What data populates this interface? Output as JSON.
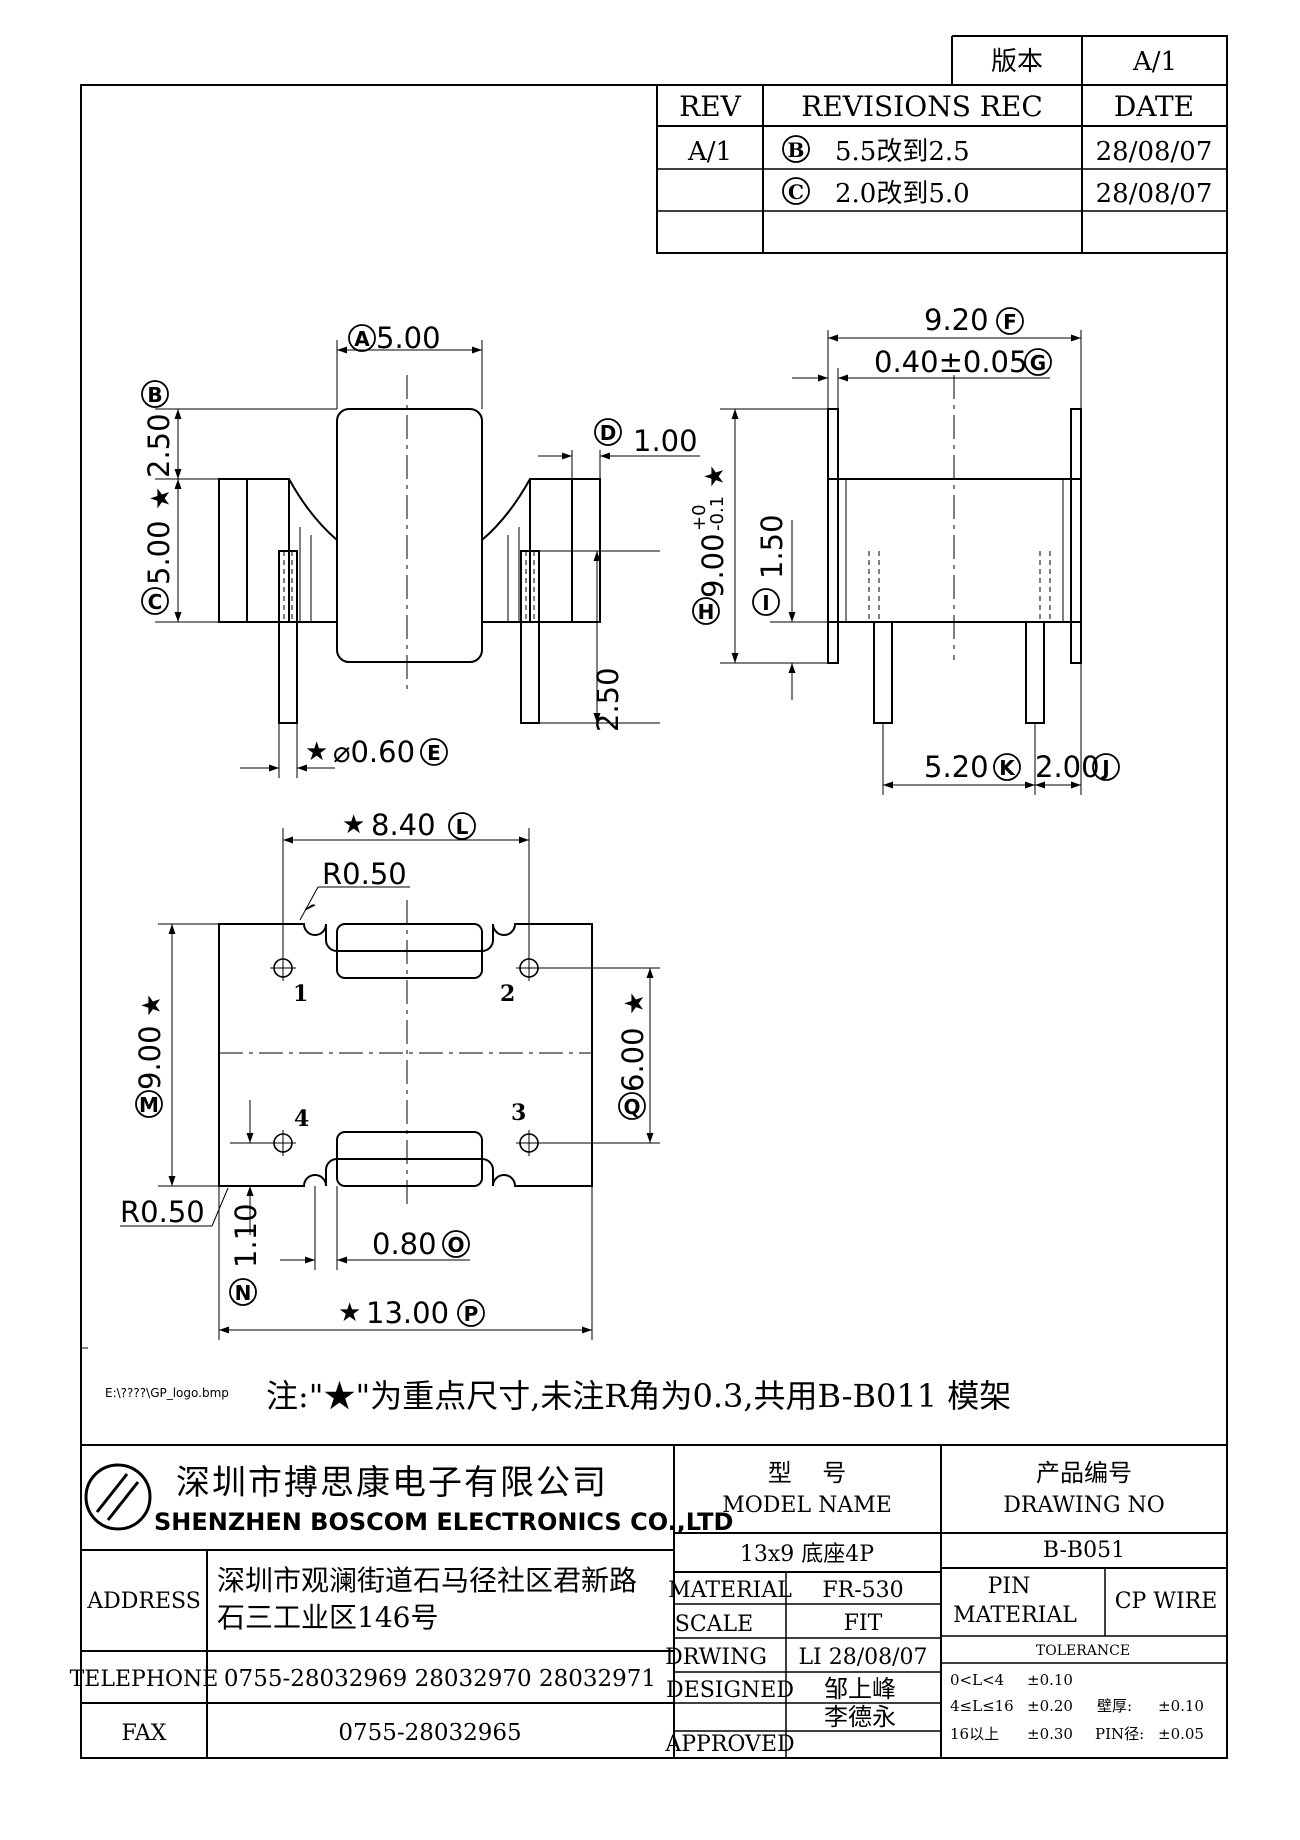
{
  "revision_block": {
    "version_label": "版本",
    "version_value": "A/1",
    "headers": [
      "REV",
      "REVISIONS REC",
      "DATE"
    ],
    "rows": [
      {
        "rev": "A/1",
        "mark": "B",
        "text": "5.5改到2.5",
        "date": "28/08/07"
      },
      {
        "rev": "",
        "mark": "C",
        "text": "2.0改到5.0",
        "date": "28/08/07"
      },
      {
        "rev": "",
        "mark": "",
        "text": "",
        "date": ""
      }
    ]
  },
  "side_view": {
    "A": "5.00",
    "A_mark": "A",
    "B": "2.50",
    "B_mark": "B",
    "C": "5.00",
    "C_mark": "C",
    "D": "1.00",
    "D_mark": "D",
    "pin_length": "2.50",
    "E": "0.60",
    "E_mark": "E"
  },
  "front_view": {
    "F": "9.20",
    "F_mark": "F",
    "G": "0.40±0.05",
    "G_mark": "G",
    "H": "9.00",
    "H_tol_upper": "+0",
    "H_tol_lower": "-0.1",
    "H_mark": "H",
    "I": "1.50",
    "I_mark": "I",
    "K": "5.20",
    "K_mark": "K",
    "J": "2.00",
    "J_mark": "J"
  },
  "bottom_view": {
    "L": "8.40",
    "L_mark": "L",
    "R_top": "R0.50",
    "R_bottom": "R0.50",
    "M": "9.00",
    "M_mark": "M",
    "Q": "6.00",
    "Q_mark": "Q",
    "N": "1.10",
    "N_mark": "N",
    "O": "0.80",
    "O_mark": "O",
    "P": "13.00",
    "P_mark": "P",
    "pin_labels": [
      "1",
      "2",
      "3",
      "4"
    ]
  },
  "notes": {
    "logo_file": "E:\\????\\GP_logo.bmp",
    "note": "注:\"★\"为重点尺寸,未注R角为0.3,共用B-B011 模架"
  },
  "title_block": {
    "company_cn": "深圳市搏思康电子有限公司",
    "company_en": "SHENZHEN BOSCOM ELECTRONICS CO.,LTD",
    "model_label_cn": "型    号",
    "model_label_en": "MODEL NAME",
    "drawing_label_cn": "产品编号",
    "drawing_label_en": "DRAWING NO",
    "model_name": "13x9 底座4P",
    "drawing_no": "B-B051",
    "address_label": "ADDRESS",
    "address_line1": "深圳市观澜街道石马径社区君新路",
    "address_line2": "石三工业区146号",
    "telephone_label": "TELEPHONE",
    "telephone": "0755-28032969 28032970 28032971",
    "fax_label": "FAX",
    "fax": "0755-28032965",
    "material_label": "MATERIAL",
    "material": "FR-530",
    "scale_label": "SCALE",
    "scale": "FIT",
    "drawing_label": "DRWING",
    "drawing": "LI 28/08/07",
    "designed_label": "DESIGNED",
    "designed": "邹上峰",
    "approved_label": "APPROVED",
    "approved": "李德永",
    "pin_material_label1": "PIN",
    "pin_material_label2": "MATERIAL",
    "pin_material": "CP WIRE",
    "tolerance_label": "TOLERANCE",
    "tol_rows": [
      [
        "0<L<4",
        "±0.10",
        "",
        ""
      ],
      [
        "4≤L≤16",
        "±0.20",
        "壁厚:",
        "±0.10"
      ],
      [
        "16以上",
        "±0.30",
        "PIN径:",
        "±0.05"
      ]
    ]
  }
}
